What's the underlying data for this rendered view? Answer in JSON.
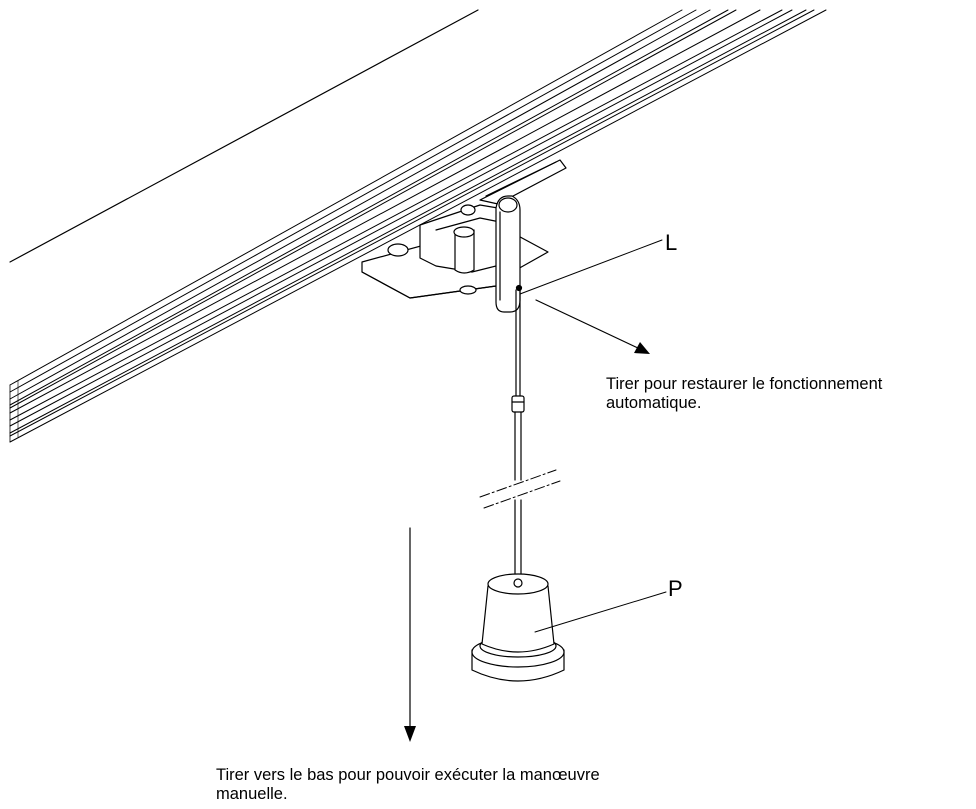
{
  "callouts": {
    "lever_letter": "L",
    "weight_letter": "P"
  },
  "notes": {
    "restore_automatic": "Tirer pour restaurer le fonctionnement\nautomatique.",
    "manual_operation": "Tirer vers le bas pour pouvoir exécuter la manœuvre\nmanuelle."
  },
  "components": {
    "rail": "rail-track",
    "trolley": "trolley-carriage",
    "lever": "release-lever",
    "cord": "release-cord",
    "weight": "cord-weight"
  },
  "colors": {
    "line": "#000000",
    "background": "#ffffff"
  }
}
